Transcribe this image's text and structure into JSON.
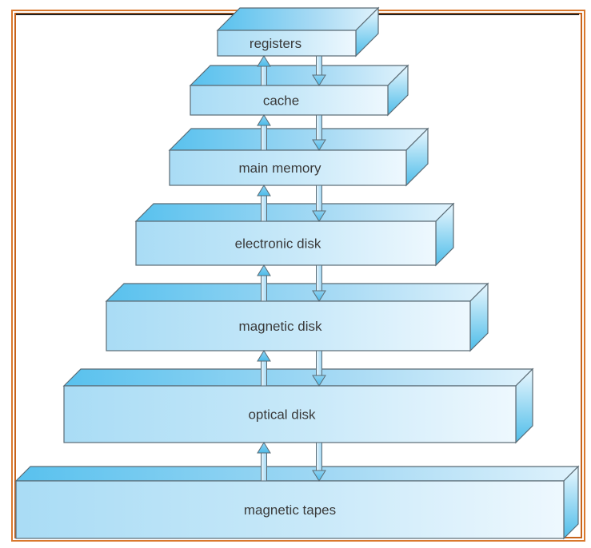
{
  "diagram": {
    "title": "Storage-device hierarchy",
    "levels": [
      {
        "label": "registers"
      },
      {
        "label": "cache"
      },
      {
        "label": "main memory"
      },
      {
        "label": "electronic disk"
      },
      {
        "label": "magnetic disk"
      },
      {
        "label": "optical disk"
      },
      {
        "label": "magnetic tapes"
      }
    ],
    "connectors": [
      {
        "from": "registers",
        "to": "cache"
      },
      {
        "from": "cache",
        "to": "main memory"
      },
      {
        "from": "main memory",
        "to": "electronic disk"
      },
      {
        "from": "electronic disk",
        "to": "magnetic disk"
      },
      {
        "from": "magnetic disk",
        "to": "optical disk"
      },
      {
        "from": "optical disk",
        "to": "magnetic tapes"
      }
    ],
    "colors": {
      "frame": "#d9782d",
      "box_front_light": "#e8f5fd",
      "box_front_dark": "#a9dcf5",
      "box_top": "#5cc3ee",
      "box_side": "#4fbde9",
      "box_stroke": "#5a6b75",
      "label": "#3a3a3a"
    }
  }
}
